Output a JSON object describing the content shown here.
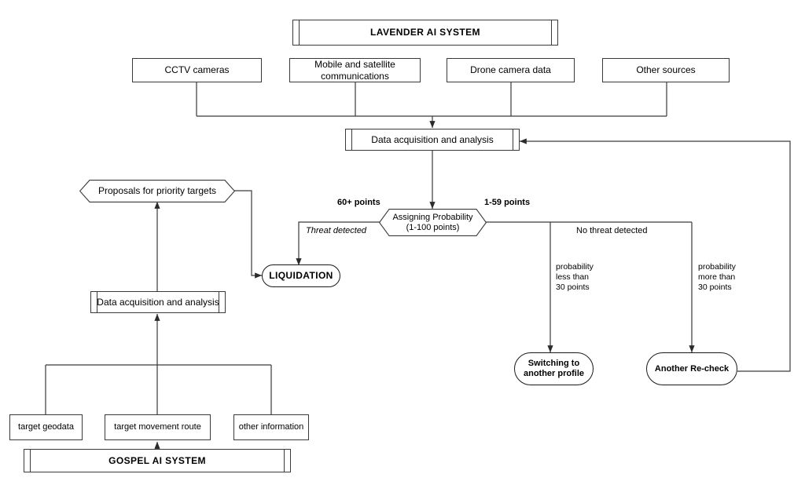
{
  "diagram": {
    "title_node": {
      "label": "LAVENDER AI SYSTEM"
    },
    "sources": [
      {
        "label": "CCTV cameras"
      },
      {
        "label": "Mobile and satellite\ncommunications"
      },
      {
        "label": "Drone camera data"
      },
      {
        "label": "Other sources"
      }
    ],
    "lavender_process": {
      "label": "Data acquisition and analysis"
    },
    "decision": {
      "label": "Assigning Probability\n(1-100 points)"
    },
    "branch_labels": {
      "left_points": "60+ points",
      "right_points": "1-59 points",
      "threat_detected": "Threat detected",
      "no_threat_detected": "No threat detected",
      "probability_less": "probability\nless than\n30 points",
      "probability_more": "probability\nmore than\n30 points"
    },
    "proposals": {
      "label": "Proposals for priority targets"
    },
    "liquidation": {
      "label": "LIQUIDATION"
    },
    "switching": {
      "label": "Switching to\nanother profile"
    },
    "recheck": {
      "label": "Another Re-check"
    },
    "gospel_process": {
      "label": "Data acquisition and analysis"
    },
    "gospel_inputs": [
      {
        "label": "target geodata"
      },
      {
        "label": "target movement route"
      },
      {
        "label": "other information"
      }
    ],
    "gospel_node": {
      "label": "GOSPEL AI SYSTEM"
    }
  },
  "colors": {
    "line": "#3a3a3a",
    "arrow": "#2b2b2b",
    "text": "#000000",
    "background": "#ffffff"
  }
}
